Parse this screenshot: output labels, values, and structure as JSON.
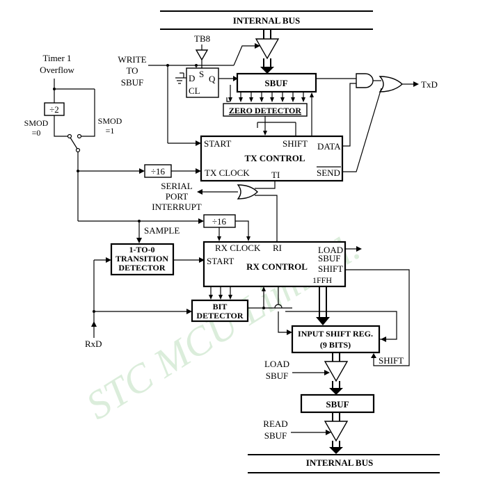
{
  "watermark": "STC  MCU  Limited.",
  "bus": {
    "top": "INTERNAL BUS",
    "bottom": "INTERNAL BUS"
  },
  "transmit": {
    "tb8": "TB8",
    "write": [
      "WRITE",
      "TO",
      "SBUF"
    ],
    "latch": {
      "d": "D",
      "s": "S",
      "q": "Q",
      "cl": "CL"
    },
    "sbuf": "SBUF",
    "zero_detector": "ZERO DETECTOR",
    "txd": "TxD",
    "tx_control": {
      "title": "TX CONTROL",
      "start": "START",
      "shift": "SHIFT",
      "data": "DATA",
      "tx_clock": "TX CLOCK",
      "ti": "TI",
      "send": "SEND"
    }
  },
  "clock": {
    "timer1_overflow": [
      "Timer 1",
      "Overflow"
    ],
    "div2": "÷2",
    "smod0": [
      "SMOD",
      "=0"
    ],
    "smod1": [
      "SMOD",
      "=1"
    ],
    "div16_tx": "÷16",
    "div16_rx": "÷16",
    "sample": "SAMPLE"
  },
  "interrupt": [
    "SERIAL",
    "PORT",
    "INTERRUPT"
  ],
  "receive": {
    "transition_detector": [
      "1-TO-0",
      "TRANSITION",
      "DETECTOR"
    ],
    "rx_control": {
      "title": "RX CONTROL",
      "rx_clock": "RX CLOCK",
      "ri": "RI",
      "start": "START",
      "load_sbuf": [
        "LOAD",
        "SBUF"
      ],
      "shift": "SHIFT",
      "ffh": "1FFH"
    },
    "bit_detector": [
      "BIT",
      "DETECTOR"
    ],
    "rxd": "RxD",
    "input_shift_reg": [
      "INPUT SHIFT REG.",
      "(9 BITS)"
    ],
    "shift": "SHIFT",
    "load_sbuf": [
      "LOAD",
      "SBUF"
    ],
    "sbuf": "SBUF",
    "read_sbuf": [
      "READ",
      "SBUF"
    ]
  }
}
